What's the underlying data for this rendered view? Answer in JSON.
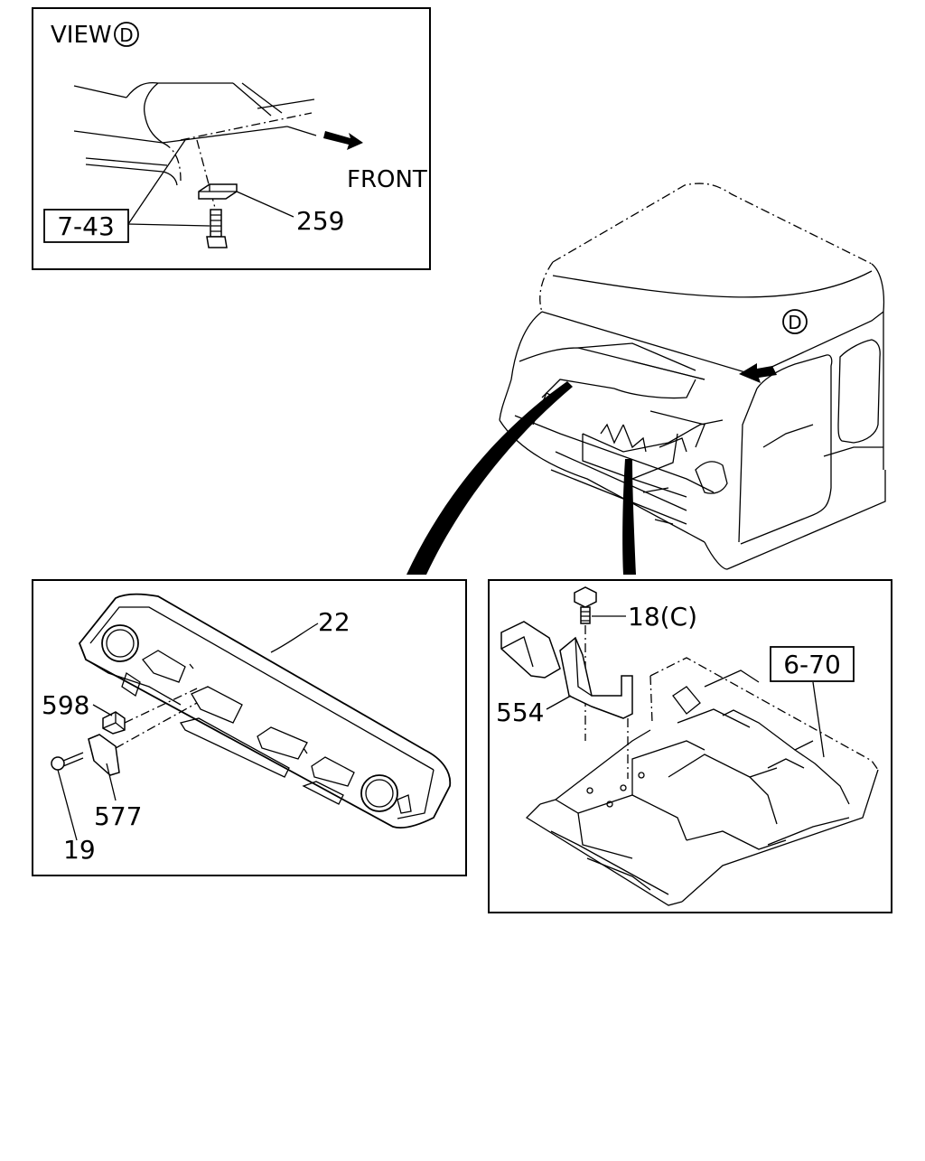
{
  "view_panel": {
    "title": "VIEW",
    "view_letter": "D",
    "direction_label": "FRONT",
    "ref_box": "7-43",
    "part_259": "259"
  },
  "cab_view": {
    "view_letter": "D"
  },
  "instrument_panel": {
    "part_22": "22",
    "part_598": "598",
    "part_577": "577",
    "part_19": "19"
  },
  "floor_panel": {
    "part_18": "18(C)",
    "part_554": "554",
    "ref_box": "6-70"
  }
}
